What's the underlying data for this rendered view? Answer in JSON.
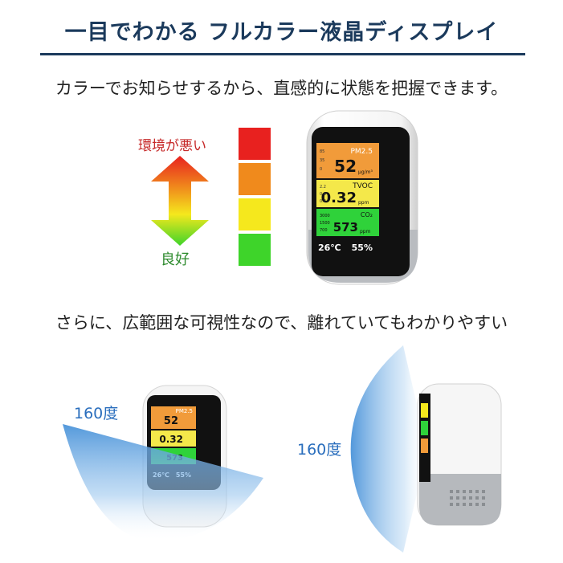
{
  "heading": "一目でわかる フルカラー液晶ディスプレイ",
  "line1": "カラーでお知らせするから、直感的に状態を把握できます。",
  "scale": {
    "bad_label": "環境が悪い",
    "good_label": "良好",
    "colors": [
      "#e8211f",
      "#f08a1c",
      "#f5e81d",
      "#3ed42a"
    ]
  },
  "line2": "さらに、広範囲な可視性なので、離れていてもわかりやすい",
  "angle_label_1": "160度",
  "angle_label_2": "160度",
  "display": {
    "pm_label": "PM2.5",
    "pm_value": "52",
    "pm_unit": "μg/m³",
    "pm_ticks": [
      "85",
      "35",
      "0"
    ],
    "tvoc_label": "TVOC",
    "tvoc_value": "0.32",
    "tvoc_unit": "ppm",
    "tvoc_ticks": [
      "2.2",
      "0.6",
      "0.2"
    ],
    "co2_label": "CO₂",
    "co2_value": "573",
    "co2_unit": "ppm",
    "co2_ticks": [
      "3000",
      "1500",
      "700"
    ],
    "temp": "26℃",
    "humidity": "55%"
  },
  "colors": {
    "heading": "#1b3a5c",
    "bad": "#c62828",
    "good": "#2e8b2e",
    "cone": "#4a93d9",
    "pm_bg": "#f19b3a",
    "tvoc_bg": "#f4e84a",
    "co2_bg": "#2fd23a"
  }
}
